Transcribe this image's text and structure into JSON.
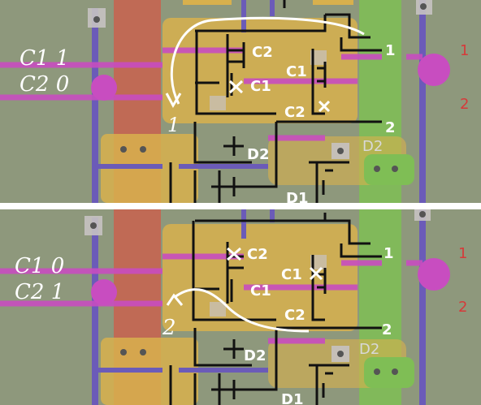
{
  "panels": [
    {
      "state_c1": "C1 1",
      "state_c2": "C2 0",
      "path_label": "1",
      "crossed": "C1",
      "arrow": "top",
      "row_right_1": "1",
      "row_right_2": "2"
    },
    {
      "state_c1": "C1 0",
      "state_c2": "C2 1",
      "path_label": "2",
      "crossed": "C2",
      "arrow": "bottom",
      "row_right_1": "1",
      "row_right_2": "2"
    }
  ],
  "labels": {
    "c2": "C2",
    "c1": "C1",
    "d2": "D2",
    "d1": "D1",
    "d2_green": "D2",
    "out1": "1",
    "out2": "2"
  },
  "colors": {
    "board": "#8f9a7e",
    "pad_yellow": "#d9b24f",
    "trace_magenta": "#c84dc0",
    "trace_red": "#c85a4a",
    "trace_purple": "#6c5bbd",
    "trace_green": "#77c04f",
    "ink": "#111111",
    "chalk": "#ffffff",
    "red_label": "#d63a3a"
  }
}
